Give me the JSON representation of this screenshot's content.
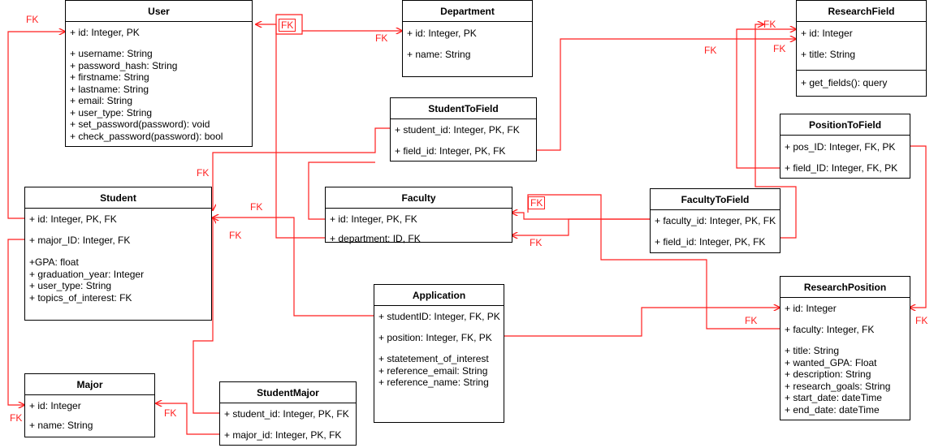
{
  "entities": {
    "user": {
      "title": "User",
      "pk": "+ id: Integer, PK",
      "attrs": [
        "+ username: String",
        "+ password_hash: String",
        "+ firstname: String",
        "+ lastname: String",
        "+ email: String",
        "+ user_type: String",
        "+ set_password(password): void",
        "+ check_password(password): bool"
      ]
    },
    "department": {
      "title": "Department",
      "pk": "+ id: Integer, PK",
      "attrs": [
        "+ name: String"
      ]
    },
    "research_field": {
      "title": "ResearchField",
      "pk": "+ id: Integer",
      "attrs": [
        "+ title: String"
      ],
      "methods": [
        "+ get_fields(): query"
      ]
    },
    "student_to_field": {
      "title": "StudentToField",
      "pk": "+ student_id: Integer, PK, FK",
      "attrs": [
        "+ field_id: Integer, PK, FK"
      ]
    },
    "position_to_field": {
      "title": "PositionToField",
      "pk": "+ pos_ID: Integer, FK, PK",
      "attrs": [
        "+ field_ID: Integer, FK, PK"
      ]
    },
    "student": {
      "title": "Student",
      "pk": "+ id: Integer, PK, FK",
      "fk": "+ major_ID: Integer, FK",
      "attrs": [
        "+GPA: float",
        "+ graduation_year: Integer",
        "+ user_type: String",
        "+ topics_of_interest: FK"
      ]
    },
    "faculty": {
      "title": "Faculty",
      "pk": "+ id: Integer, PK, FK",
      "attrs": [
        "+ department: ID, FK"
      ]
    },
    "faculty_to_field": {
      "title": "FacultyToField",
      "pk": "+ faculty_id: Integer, PK, FK",
      "attrs": [
        "+ field_id: Integer, PK, FK"
      ]
    },
    "application": {
      "title": "Application",
      "pk": "+ studentID: Integer, FK, PK",
      "fk": "+ position: Integer, FK, PK",
      "attrs": [
        "+ statetement_of_interest",
        "+ reference_email: String",
        "+ reference_name: String"
      ]
    },
    "research_position": {
      "title": "ResearchPosition",
      "pk": "+ id: Integer",
      "fk": "+ faculty: Integer, FK",
      "attrs": [
        "+ title: String",
        "+ wanted_GPA: Float",
        "+ description: String",
        "+ research_goals: String",
        "+ start_date: dateTime",
        "+ end_date: dateTime"
      ]
    },
    "major": {
      "title": "Major",
      "pk": "+ id: Integer",
      "attrs": [
        "+ name: String"
      ]
    },
    "student_major": {
      "title": "StudentMajor",
      "pk": "+ student_id: Integer, PK, FK",
      "attrs": [
        "+ major_id: Integer, PK, FK"
      ]
    }
  },
  "fk_labels": [
    "FK",
    "FK",
    "FK",
    "FK",
    "FK",
    "FK",
    "FK",
    "FK",
    "FK",
    "FK",
    "FK",
    "FK",
    "FK",
    "FK",
    "FK",
    "FK",
    "FK"
  ],
  "colors": {
    "relation": "#ff1f1f",
    "border": "#000000",
    "background": "#ffffff"
  }
}
